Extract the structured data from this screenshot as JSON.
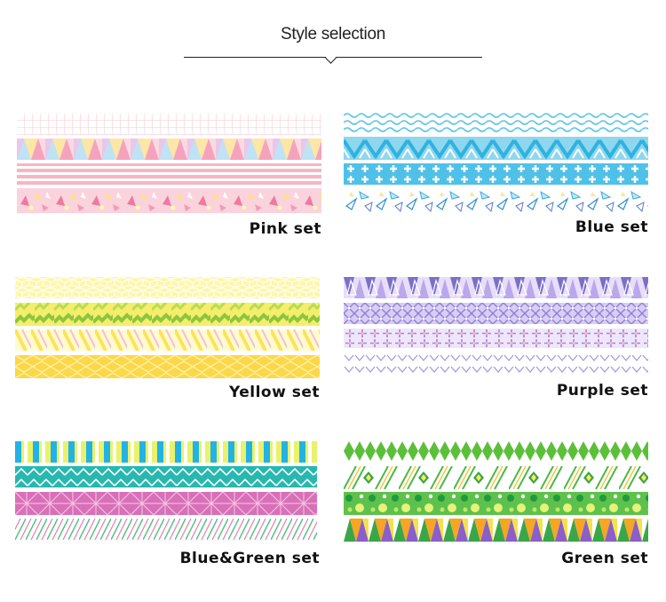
{
  "header": {
    "title": "Style selection"
  },
  "sets": [
    {
      "label": "Pink set"
    },
    {
      "label": "Blue set"
    },
    {
      "label": "Yellow set"
    },
    {
      "label": "Purple set"
    },
    {
      "label": "Blue&Green set"
    },
    {
      "label": "Green set"
    }
  ]
}
